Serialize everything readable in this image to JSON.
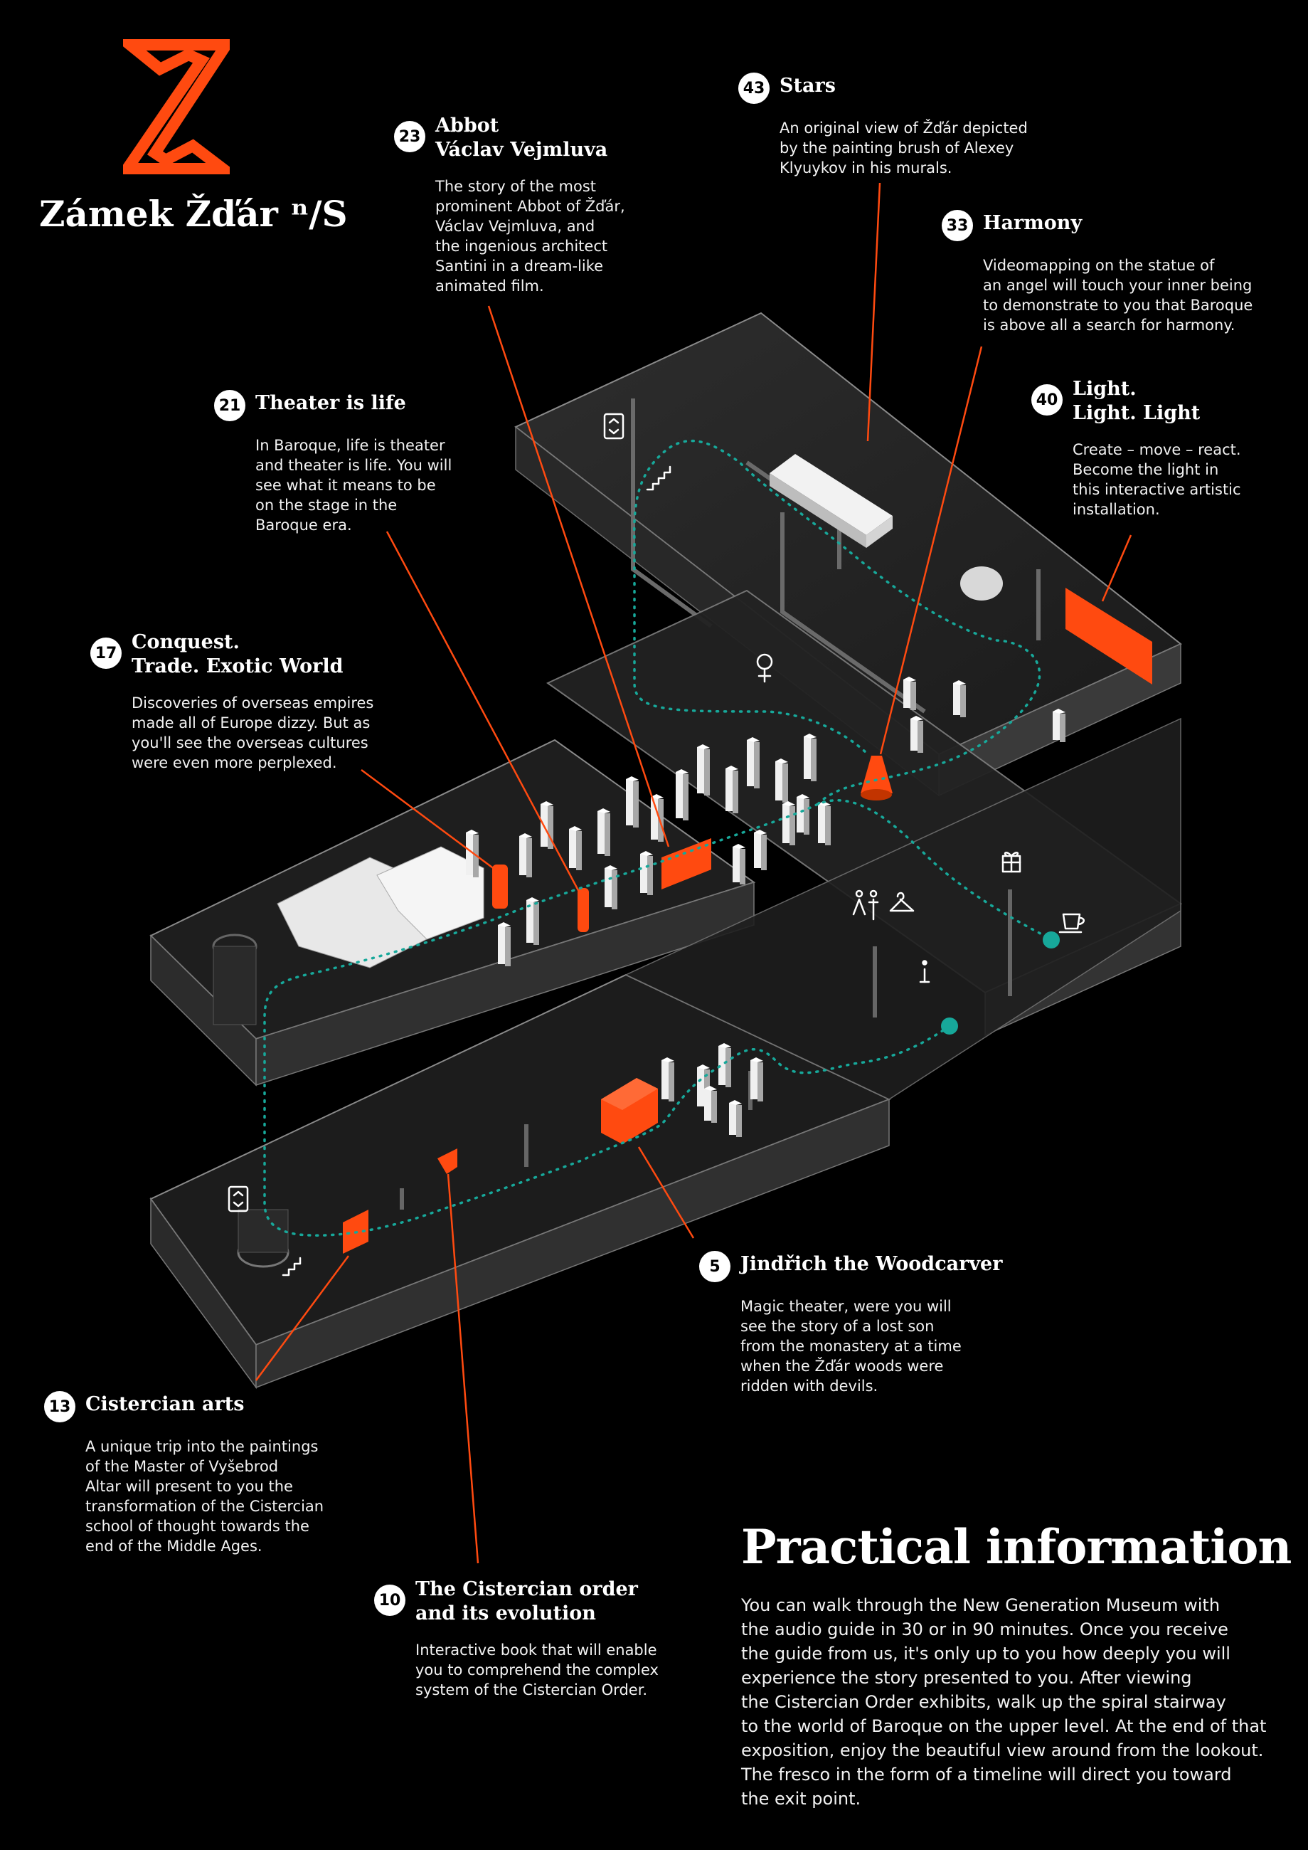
{
  "brand": {
    "name": "Zámek Žďár ⁿ/S",
    "accent": "#ff4a10",
    "path_color": "#17a89a"
  },
  "callouts": [
    {
      "id": "c43",
      "number": "43",
      "title": "Stars",
      "desc": "An original view of Žďár depicted\nby the painting brush of Alexey\nKlyuykov in his murals."
    },
    {
      "id": "c23",
      "number": "23",
      "title": "Abbot\nVáclav Vejmluva",
      "desc": "The story of the most\nprominent Abbot of Žďár,\nVáclav Vejmluva, and\nthe ingenious architect\nSantini in a dream-like\nanimated film."
    },
    {
      "id": "c33",
      "number": "33",
      "title": "Harmony",
      "desc": "Videomapping on the statue of\nan angel will touch your inner being\nto demonstrate to you that Baroque\nis above all a search for harmony."
    },
    {
      "id": "c40",
      "number": "40",
      "title": "Light.\nLight. Light",
      "desc": "Create – move – react.\nBecome the light in\nthis interactive artistic\ninstallation."
    },
    {
      "id": "c21",
      "number": "21",
      "title": "Theater is life",
      "desc": "In Baroque, life is theater\nand theater is life. You will\nsee what it means to be\non the stage in the\nBaroque era."
    },
    {
      "id": "c17",
      "number": "17",
      "title": "Conquest.\nTrade. Exotic World",
      "desc": "Discoveries of overseas empires\nmade all of Europe dizzy. But as\nyou'll see the overseas cultures\nwere even more perplexed."
    },
    {
      "id": "c5",
      "number": "5",
      "title": "Jindřich the Woodcarver",
      "desc": "Magic theater, were you will\nsee the story of a lost son\nfrom the monastery at a time\nwhen the Žďár woods were\nridden with devils."
    },
    {
      "id": "c13",
      "number": "13",
      "title": "Cistercian arts",
      "desc": "A unique trip into the paintings\nof the Master of Vyšebrod\nAltar will present to you the\ntransformation of the Cistercian\nschool of thought towards the\nend of the Middle Ages."
    },
    {
      "id": "c10",
      "number": "10",
      "title": "The Cistercian order\nand its evolution",
      "desc": "Interactive book that will enable\nyou to comprehend the complex\nsystem of the Cistercian Order."
    }
  ],
  "practical": {
    "heading": "Practical information",
    "body": "You can walk through the New Generation Museum with\nthe audio guide in 30 or in 90 minutes. Once you receive\nthe guide from us, it's only up to you how deeply you will\nexperience the story presented to you. After viewing\nthe Cistercian Order exhibits, walk up the spiral stairway\nto the world of Baroque on the upper level. At the end of that\nexposition, enjoy the beautiful view around from the lookout.\nThe fresco in the form of a timeline will direct you toward\nthe exit point."
  },
  "icons": [
    "logo-z-icon",
    "elevator-icon",
    "stairs-icon",
    "audio-guide-icon",
    "toilets-icon",
    "cloakroom-icon",
    "gift-shop-icon",
    "cafe-icon",
    "info-icon",
    "start-point-icon",
    "end-point-icon"
  ]
}
